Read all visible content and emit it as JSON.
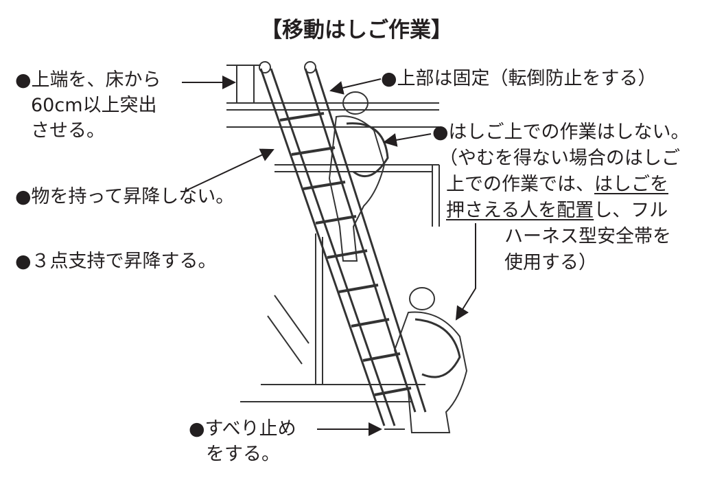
{
  "title": "【移動はしご作業】",
  "notes": {
    "top_end": [
      "●上端を、床から",
      "60cm以上突出",
      "させる。"
    ],
    "fix_top": "●上部は固定（転倒防止をする）",
    "no_work": "●はしご上での作業はしない。",
    "exception": {
      "line1": "（やむを得ない場合のはしご",
      "line2_pre": "上での作業では、",
      "line2_u": "はしごを",
      "line3_u": "押さえる人を配置",
      "line3_post": "し、フル",
      "line4": "ハーネス型安全帯を",
      "line5": "使用する）"
    },
    "no_carry": "●物を持って昇降しない。",
    "three_point": "●３点支持で昇降する。",
    "anti_slip": [
      "●すべり止め",
      "をする。"
    ]
  }
}
